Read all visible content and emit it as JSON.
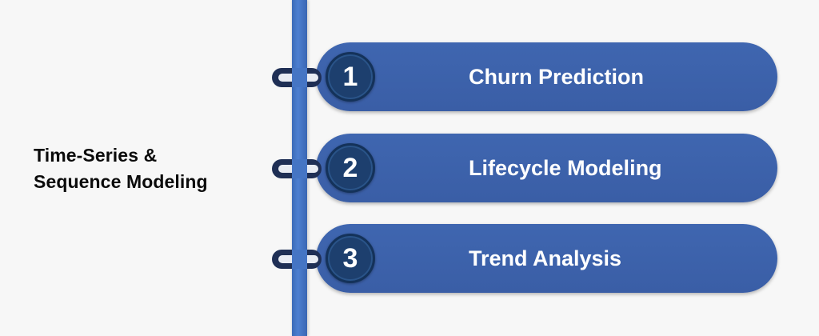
{
  "title": {
    "line1": "Time-Series &",
    "line2": "Sequence Modeling"
  },
  "steps": [
    {
      "number": "1",
      "label": "Churn Prediction"
    },
    {
      "number": "2",
      "label": "Lifecycle Modeling"
    },
    {
      "number": "3",
      "label": "Trend Analysis"
    }
  ],
  "colors": {
    "background": "#f7f7f7",
    "spine": "#4575c4",
    "pill": "#3d62ab",
    "badge": "#1d3f6e",
    "clip": "#1f2f55",
    "title_text": "#0b0b0b",
    "pill_text": "#ffffff"
  }
}
